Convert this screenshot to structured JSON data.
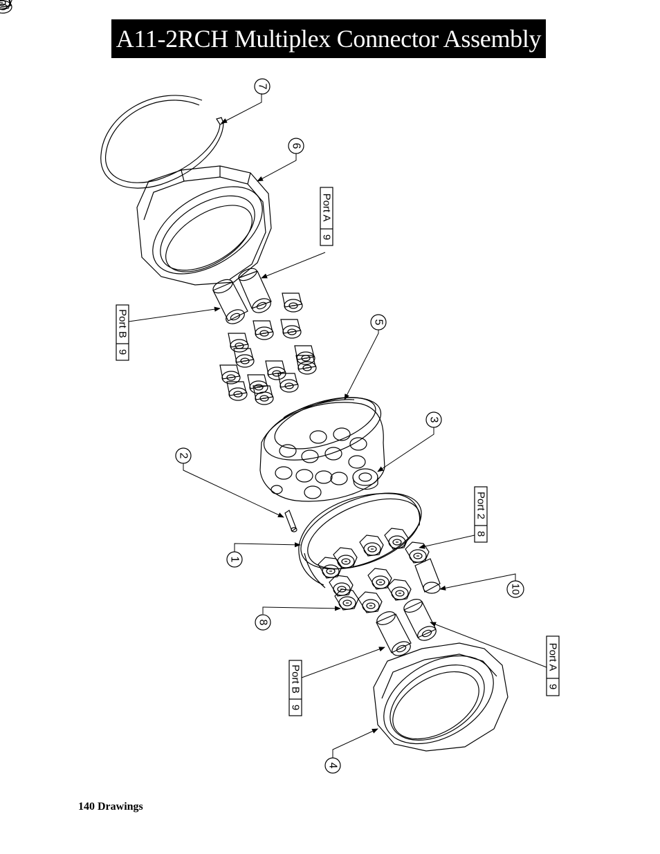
{
  "page": {
    "title": "A11-2RCH Multiplex Connector Assembly",
    "footer": "140  Drawings"
  },
  "balloons": {
    "b1": "1",
    "b2": "2",
    "b3": "3",
    "b4": "4",
    "b5": "5",
    "b6": "6",
    "b7": "7",
    "b8": "8",
    "b10": "10"
  },
  "callouts": {
    "port_a_top": {
      "qty": "9",
      "label": "Port A"
    },
    "port_b_top": {
      "qty": "9",
      "label": "Port B"
    },
    "port_2": {
      "qty": "8",
      "label": "Port 2"
    },
    "port_b_bottom": {
      "qty": "9",
      "label": "Port B"
    },
    "port_a_bottom": {
      "qty": "9",
      "label": "Port A"
    }
  }
}
